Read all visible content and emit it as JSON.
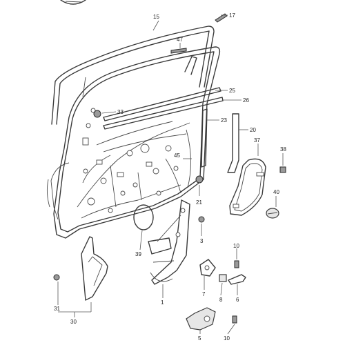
{
  "callouts": [
    {
      "id": "c15",
      "text": "15"
    },
    {
      "id": "c17",
      "text": "17"
    },
    {
      "id": "c47",
      "text": "47"
    },
    {
      "id": "c25",
      "text": "25"
    },
    {
      "id": "c26",
      "text": "26"
    },
    {
      "id": "c33",
      "text": "33"
    },
    {
      "id": "c23",
      "text": "23"
    },
    {
      "id": "c20",
      "text": "20"
    },
    {
      "id": "c37",
      "text": "37"
    },
    {
      "id": "c38",
      "text": "38"
    },
    {
      "id": "c45",
      "text": "45"
    },
    {
      "id": "c21",
      "text": "21"
    },
    {
      "id": "c40",
      "text": "40"
    },
    {
      "id": "c3",
      "text": "3"
    },
    {
      "id": "c39",
      "text": "39"
    },
    {
      "id": "c10a",
      "text": "10"
    },
    {
      "id": "c31",
      "text": "31"
    },
    {
      "id": "c30",
      "text": "30"
    },
    {
      "id": "c1",
      "text": "1"
    },
    {
      "id": "c7",
      "text": "7"
    },
    {
      "id": "c8",
      "text": "8"
    },
    {
      "id": "c6",
      "text": "6"
    },
    {
      "id": "c5",
      "text": "5"
    },
    {
      "id": "c10b",
      "text": "10"
    }
  ]
}
